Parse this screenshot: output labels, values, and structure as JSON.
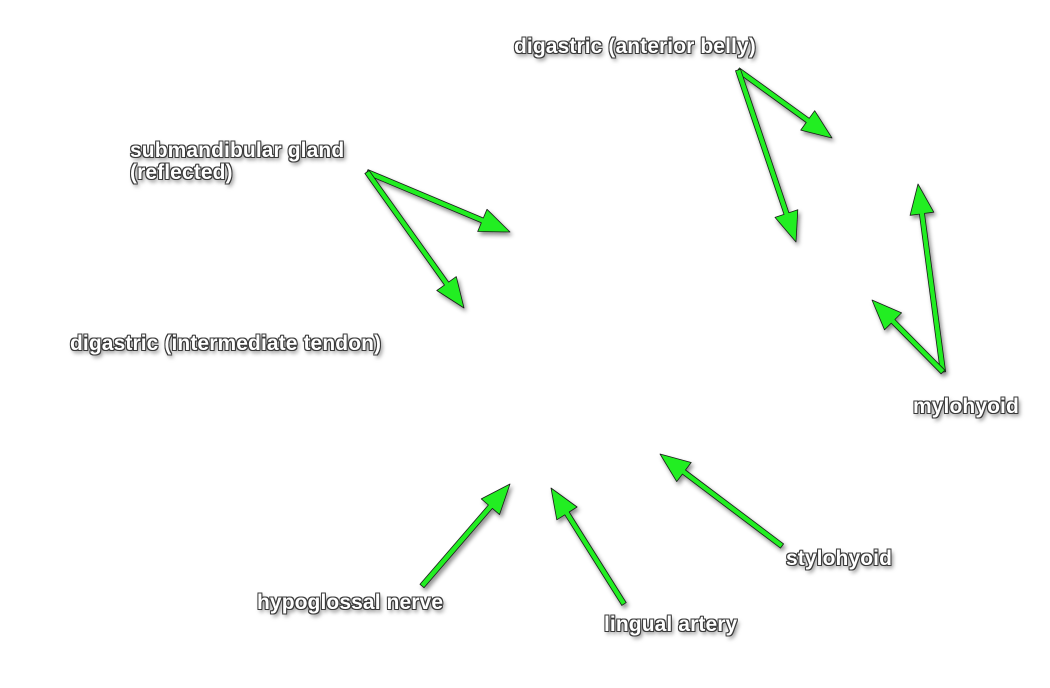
{
  "labels": {
    "digastric_anterior": "digastric (anterior belly)",
    "submandibular_line1": "submandibular gland",
    "submandibular_line2": "(reflected)",
    "digastric_intermediate": "digastric (intermediate tendon)",
    "mylohyoid": "mylohyoid",
    "stylohyoid": "stylohyoid",
    "hypoglossal": "hypoglossal nerve",
    "lingual": "lingual artery"
  },
  "colors": {
    "arrow": "#22ee22",
    "arrow_outline": "#1a1a1a",
    "label_text": "#ffffff",
    "label_outline": "#3a3a3a",
    "background": "#ffffff"
  }
}
